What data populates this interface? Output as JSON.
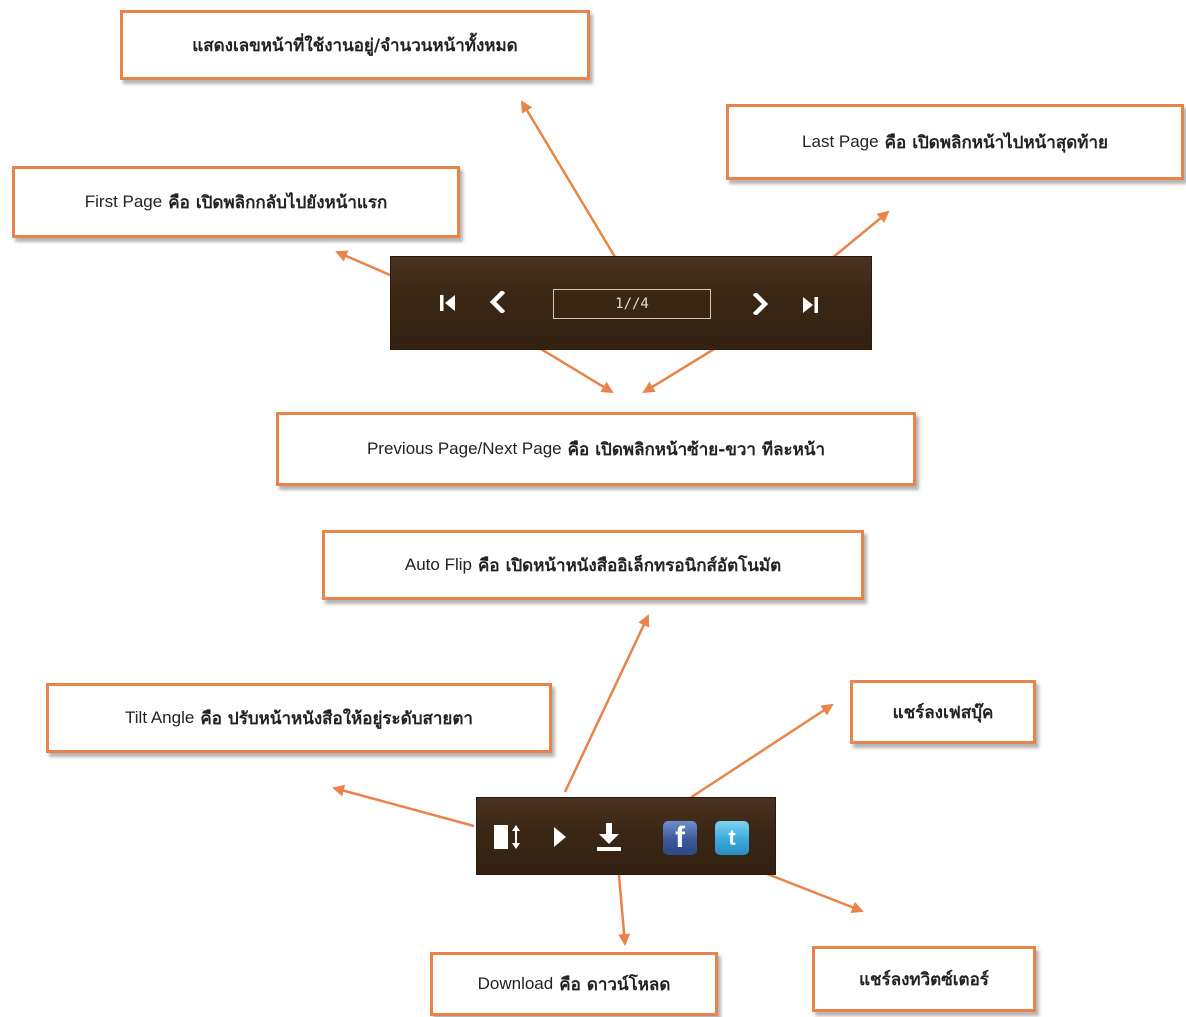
{
  "callouts": {
    "page_display": {
      "thai": "แสดงเลขหน้าที่ใช้งานอยู่/จำนวนหน้าทั้งหมด"
    },
    "last_page": {
      "label": "Last Page",
      "keyword": "คือ",
      "desc": "เปิดพลิกหน้าไปหน้าสุดท้าย"
    },
    "first_page": {
      "label": "First Page",
      "keyword": "คือ",
      "desc": "เปิดพลิกกลับไปยังหน้าแรก"
    },
    "prev_next": {
      "label": "Previous Page/Next Page",
      "keyword": "คือ",
      "desc": "เปิดพลิกหน้าซ้าย-ขวา ทีละหน้า"
    },
    "auto_flip": {
      "label": "Auto Flip",
      "keyword": "คือ",
      "desc": "เปิดหน้าหนังสืออิเล็กทรอนิกส์อัตโนมัต"
    },
    "tilt_angle": {
      "label": "Tilt Angle",
      "keyword": "คือ",
      "desc": "ปรับหน้าหนังสือให้อยู่ระดับสายตา"
    },
    "share_facebook": {
      "thai": "แชร์ลงเฟสบุ๊ค"
    },
    "share_twitter": {
      "thai": "แชร์ลงทวิตซ์เตอร์"
    },
    "download": {
      "label": "Download",
      "keyword": "คือ",
      "desc": "ดาวน์โหลด"
    }
  },
  "nav_toolbar": {
    "page_indicator": "1//4",
    "icons": [
      "first-page-icon",
      "previous-page-icon",
      "next-page-icon",
      "last-page-icon"
    ]
  },
  "tools_toolbar": {
    "icons": [
      "tilt-angle-icon",
      "auto-flip-play-icon",
      "download-icon",
      "facebook-icon",
      "twitter-icon"
    ],
    "facebook_glyph": "f",
    "twitter_glyph": "t"
  },
  "colors": {
    "callout_border": "#e8844a",
    "arrow": "#e8844a",
    "toolbar_bg": "#3a2614"
  }
}
